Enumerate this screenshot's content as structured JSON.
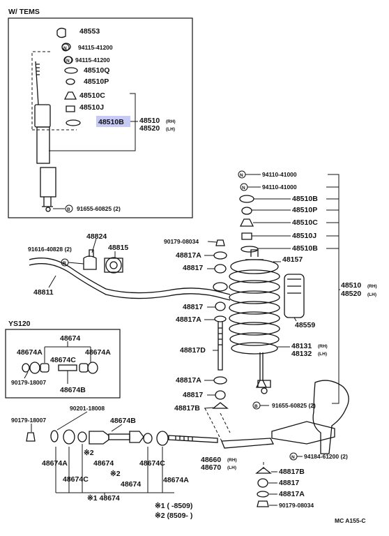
{
  "sections": {
    "tems": "W/ TEMS",
    "ys120": "YS120"
  },
  "symbols": {
    "n": "N",
    "b": "B"
  },
  "tems_labels": {
    "p48553": "48553",
    "p94115a": "94115-41200",
    "p94115b": "94115-41200",
    "p48510q": "48510Q",
    "p48510p": "48510P",
    "p48510c": "48510C",
    "p48510j": "48510J",
    "p48510b": "48510B",
    "p48510": "48510",
    "p48520": "48520",
    "rh": "(RH)",
    "lh": "(LH)",
    "p91655": "91655-60825 (2)"
  },
  "right_labels": {
    "p94110a": "94110-41000",
    "p94110b": "94110-41000",
    "p48510b": "48510B",
    "p48510p": "48510P",
    "p48510c": "48510C",
    "p48510j": "48510J",
    "p48510b2": "48510B",
    "p48157": "48157",
    "p48510": "48510",
    "p48520": "48520",
    "rh": "(RH)",
    "lh": "(LH)",
    "p48559": "48559",
    "p48131": "48131",
    "p48132": "48132",
    "rh2": "(RH)",
    "lh2": "(LH)",
    "p91655": "91655-60825 (2)",
    "p94184": "94184-61200 (2)"
  },
  "center_labels": {
    "p90179a": "90179-08034",
    "p48817a1": "48817A",
    "p48817_1": "48817",
    "p48817_2": "48817",
    "p48817a2": "48817A",
    "p48817d": "48817D",
    "p48817a3": "48817A",
    "p48817_3": "48817",
    "p48817b": "48817B",
    "p48660": "48660",
    "p48670": "48670",
    "rh": "(RH)",
    "lh": "(LH)",
    "p48817b2": "48817B",
    "p48817_4": "48817",
    "p48817a4": "48817A",
    "p90179b": "90179-08034"
  },
  "stab_labels": {
    "p91616": "91616-40828 (2)",
    "p48824": "48824",
    "p48815": "48815",
    "p48811": "48811"
  },
  "ys_labels": {
    "p48674": "48674",
    "p48674a_l": "48674A",
    "p48674a_r": "48674A",
    "p48674c": "48674C",
    "p48674b": "48674B",
    "p90179": "90179-18007"
  },
  "bottom_labels": {
    "p90201": "90201-18008",
    "p90179": "90179-18007",
    "p48674b": "48674B",
    "p48674a_l": "48674A",
    "p48674_l": "48674",
    "p48674c_l": "48674C",
    "mark2_l": "※2",
    "mark2_r": "※2",
    "p48674_r": "48674",
    "p48674c_r": "48674C",
    "p48674a_r": "48674A",
    "total": "※1 48674"
  },
  "footnotes": {
    "n1": "※1 (        -8509)",
    "n2": "※2 (8509-        )"
  },
  "code": "MC  A155-C"
}
